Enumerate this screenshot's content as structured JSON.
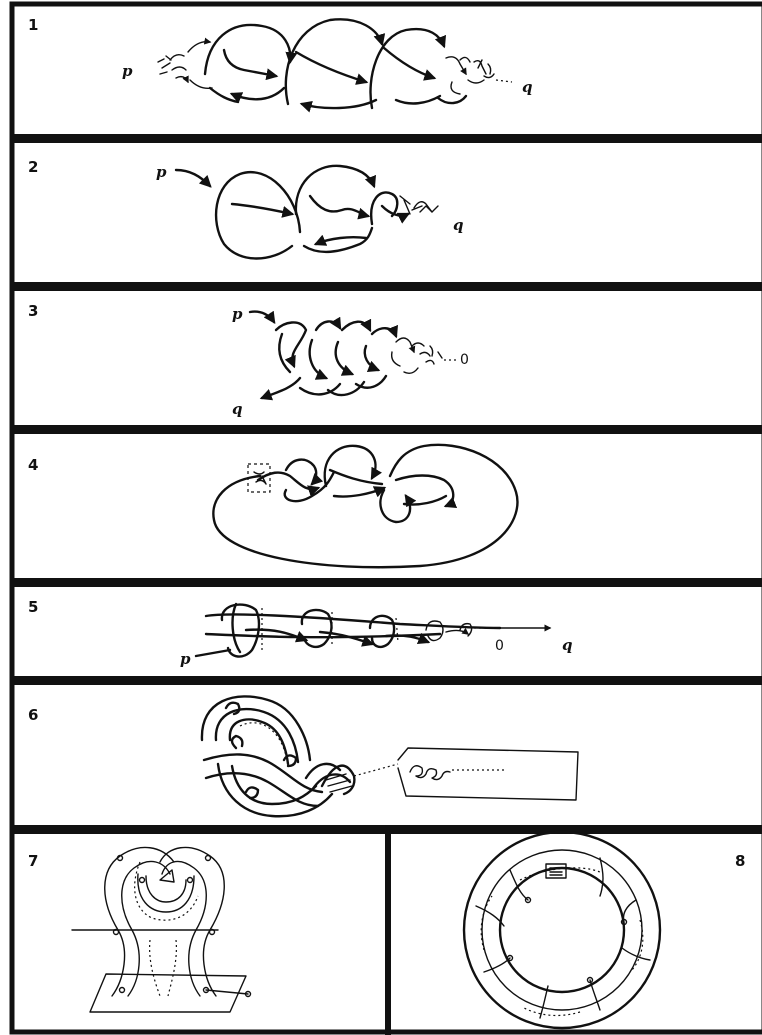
{
  "panels": [
    {
      "number": "1",
      "start_label": "p",
      "end_label": "q"
    },
    {
      "number": "2",
      "start_label": "p",
      "end_label": "q"
    },
    {
      "number": "3",
      "start_label": "p",
      "end_label": "q",
      "limit_label": "0"
    },
    {
      "number": "4"
    },
    {
      "number": "5",
      "start_label": "p",
      "end_label": "q",
      "limit_label": "0"
    },
    {
      "number": "6"
    },
    {
      "number": "7"
    },
    {
      "number": "8"
    }
  ],
  "colors": {
    "ink": "#111111",
    "paper": "#ffffff"
  }
}
